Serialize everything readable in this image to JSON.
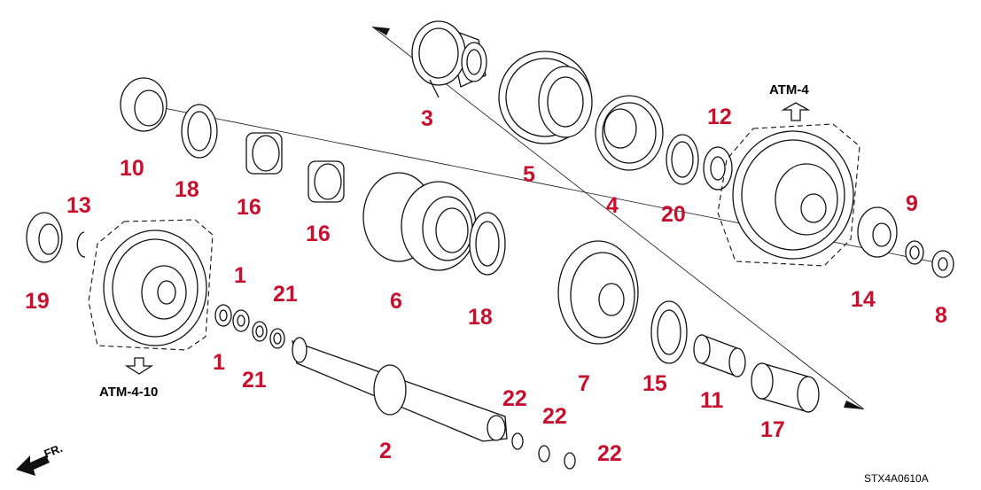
{
  "callouts": {
    "p1a": "1",
    "p1b": "1",
    "p2": "2",
    "p3": "3",
    "p4": "4",
    "p5": "5",
    "p6": "6",
    "p7": "7",
    "p8": "8",
    "p9": "9",
    "p10": "10",
    "p11": "11",
    "p12": "12",
    "p13": "13",
    "p14": "14",
    "p15": "15",
    "p16a": "16",
    "p16b": "16",
    "p17": "17",
    "p18a": "18",
    "p18b": "18",
    "p19": "19",
    "p20": "20",
    "p21a": "21",
    "p21b": "21",
    "p22a": "22",
    "p22b": "22",
    "p22c": "22"
  },
  "refs": {
    "atm4": "ATM-4",
    "atm410": "ATM-4-10"
  },
  "front_label": "FR.",
  "diagram_code": "STX4A0610A",
  "colors": {
    "callout": "#c8102e",
    "line": "#111111"
  }
}
